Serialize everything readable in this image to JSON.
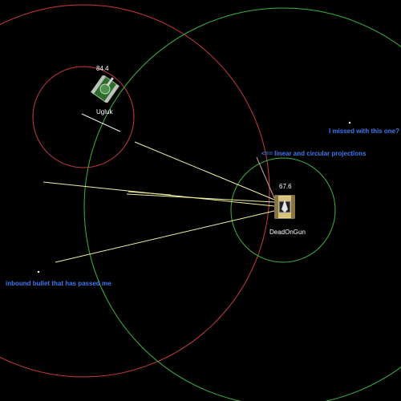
{
  "robots": {
    "ugluk": {
      "name": "Ugluk",
      "energy": "84.4",
      "body_color": "#2e6b2e",
      "icon": "tank-robot-icon"
    },
    "deadongun": {
      "name": "DeadOnGun",
      "energy": "67.6",
      "body_color": "#d8c27a",
      "icon": "tank-robot-icon"
    }
  },
  "annotations": {
    "missed": "I missed with this one?",
    "projections": "<== linear and circular projections",
    "inbound": "inbound bullet that has passed me"
  },
  "colors": {
    "background": "#000000",
    "enemy_circle": "#c83c3c",
    "self_circle": "#3cb43c",
    "bullet_line": "#f0f0a0",
    "annotation_text": "#3c78f0",
    "label_text": "#ffffff"
  }
}
